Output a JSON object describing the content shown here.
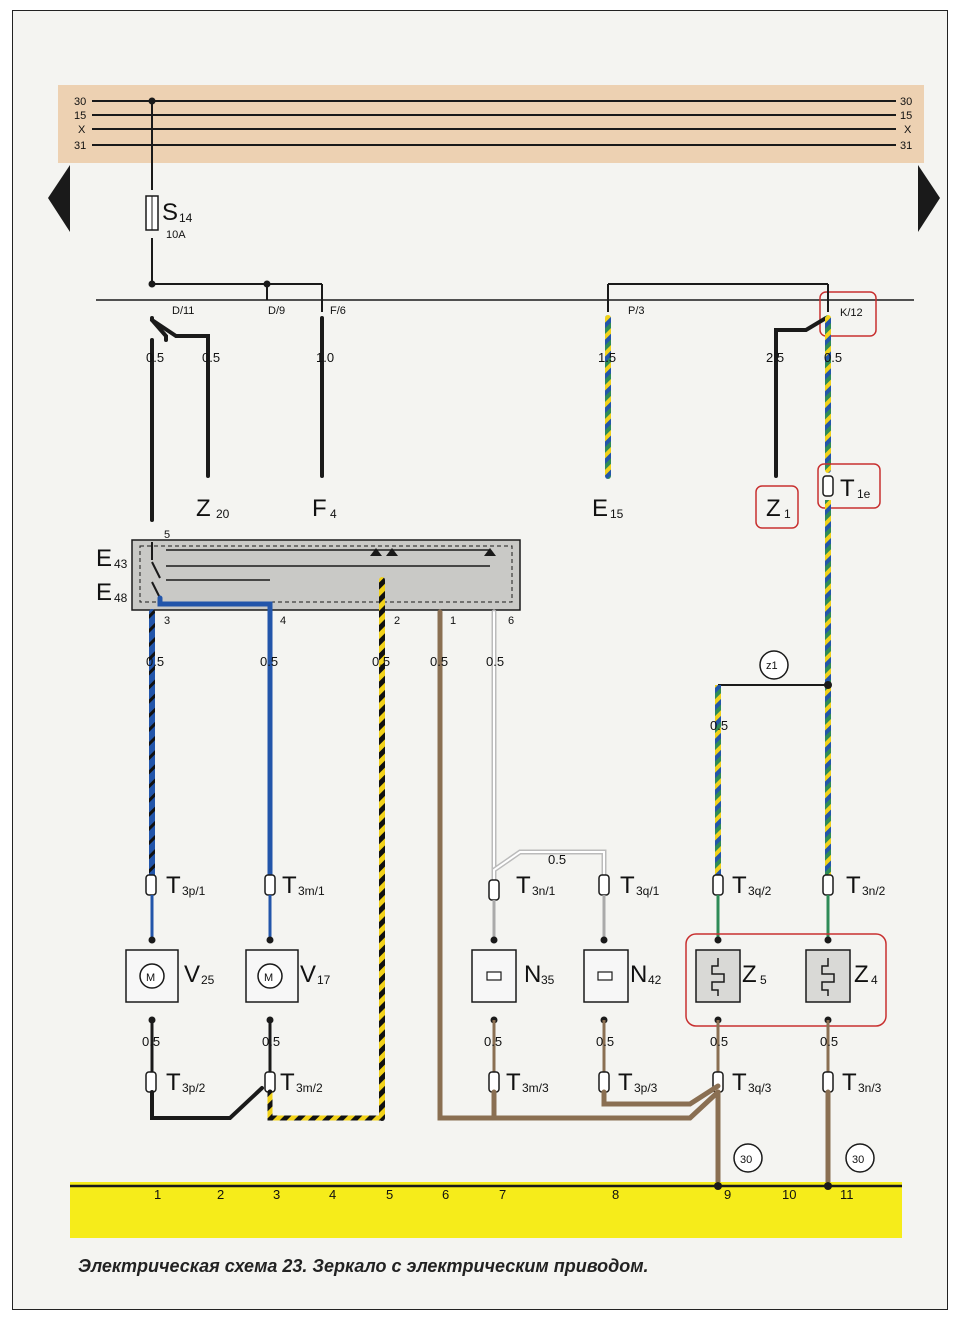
{
  "caption": "Электрическая схема 23. Зеркало с электрическим приводом.",
  "rails": [
    {
      "left": "30",
      "right": "30"
    },
    {
      "left": "15",
      "right": "15"
    },
    {
      "left": "X",
      "right": "X"
    },
    {
      "left": "31",
      "right": "31"
    }
  ],
  "fuse": {
    "name": "S",
    "sub": "14",
    "rating": "10A"
  },
  "connector_pins": [
    "D/11",
    "D/9",
    "F/6",
    "P/3",
    "K/12"
  ],
  "wire_gauges": {
    "g1": "0.5",
    "g2": "0.5",
    "g3": "1.0",
    "g4": "1.5",
    "g5": "2.5",
    "g6": "0.5",
    "g7": "0.5",
    "g8": "0.5",
    "g9": "0.5",
    "g10": "0.5",
    "g11": "0.5",
    "g12": "0.5",
    "g13": "0.5",
    "g14": "0.5",
    "g15": "0.5",
    "g16": "0.5",
    "g17": "0.5",
    "g18": "0.5",
    "g19": "0.5"
  },
  "components": {
    "Z20": {
      "name": "Z",
      "sub": "20"
    },
    "F4": {
      "name": "F",
      "sub": "4"
    },
    "E15": {
      "name": "E",
      "sub": "15"
    },
    "Z1": {
      "name": "Z",
      "sub": "1"
    },
    "T1e": {
      "name": "T",
      "sub": "1e"
    },
    "E43": {
      "name": "E",
      "sub": "43"
    },
    "E48": {
      "name": "E",
      "sub": "48"
    },
    "V25": {
      "name": "V",
      "sub": "25"
    },
    "V17": {
      "name": "V",
      "sub": "17"
    },
    "N35": {
      "name": "N",
      "sub": "35"
    },
    "N42": {
      "name": "N",
      "sub": "42"
    },
    "Z5": {
      "name": "Z",
      "sub": "5"
    },
    "Z4": {
      "name": "Z",
      "sub": "4"
    }
  },
  "switch_pins": [
    "5",
    "3",
    "4",
    "2",
    "1",
    "6"
  ],
  "connectors_upper": [
    {
      "name": "T",
      "sub": "3p/1"
    },
    {
      "name": "T",
      "sub": "3m/1"
    },
    {
      "name": "T",
      "sub": "3n/1"
    },
    {
      "name": "T",
      "sub": "3q/1"
    },
    {
      "name": "T",
      "sub": "3q/2"
    },
    {
      "name": "T",
      "sub": "3n/2"
    }
  ],
  "connectors_lower": [
    {
      "name": "T",
      "sub": "3p/2"
    },
    {
      "name": "T",
      "sub": "3m/2"
    },
    {
      "name": "T",
      "sub": "3m/3"
    },
    {
      "name": "T",
      "sub": "3p/3"
    },
    {
      "name": "T",
      "sub": "3q/3"
    },
    {
      "name": "T",
      "sub": "3n/3"
    }
  ],
  "motor_symbol": "M",
  "junction": "z1",
  "ground_refs": [
    "30",
    "30"
  ],
  "grid_numbers": [
    "1",
    "2",
    "3",
    "4",
    "5",
    "6",
    "7",
    "8",
    "9",
    "10",
    "11"
  ],
  "colors": {
    "black": "#1a1a1a",
    "blue": "#2255aa",
    "brown": "#8a6f52",
    "yellow_bar": "#f6ec1a",
    "green": "#2e8b57",
    "highlight": "#c83030"
  }
}
